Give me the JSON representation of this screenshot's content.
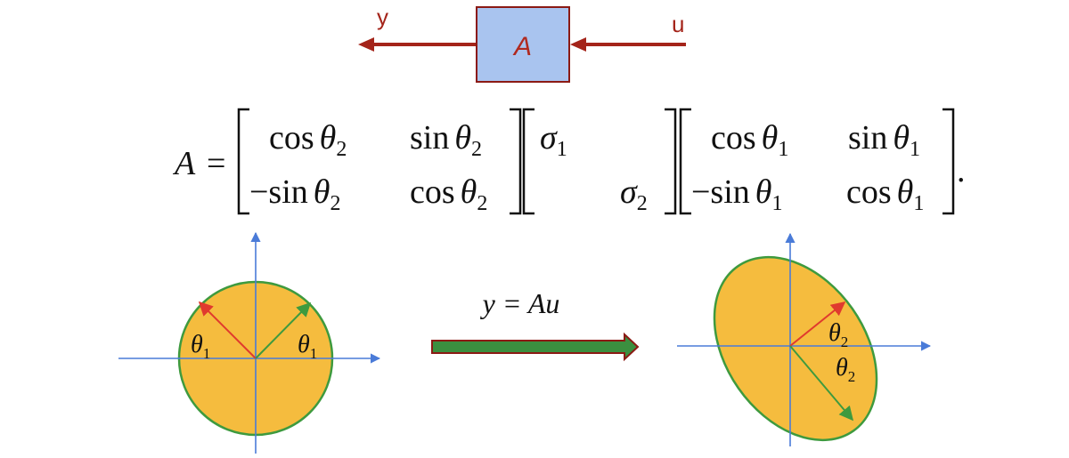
{
  "block": {
    "label": "A",
    "output_label": "y",
    "input_label": "u",
    "fill": "#a9c4ef",
    "border": "#8b1a14",
    "arrow_color": "#a4241a"
  },
  "equation": {
    "lhs": "A",
    "equals": "=",
    "m1": {
      "r1c1_fn": "cos",
      "r1c1_var": "θ",
      "r1c1_sub": "2",
      "r1c2_fn": "sin",
      "r1c2_var": "θ",
      "r1c2_sub": "2",
      "r2c1_fn": "−sin",
      "r2c1_var": "θ",
      "r2c1_sub": "2",
      "r2c2_fn": "cos",
      "r2c2_var": "θ",
      "r2c2_sub": "2"
    },
    "m2": {
      "s1_var": "σ",
      "s1_sub": "1",
      "s2_var": "σ",
      "s2_sub": "2"
    },
    "m3": {
      "r1c1_fn": "cos",
      "r1c1_var": "θ",
      "r1c1_sub": "1",
      "r1c2_fn": "sin",
      "r1c2_var": "θ",
      "r1c2_sub": "1",
      "r2c1_fn": "−sin",
      "r2c1_var": "θ",
      "r2c1_sub": "1",
      "r2c2_fn": "cos",
      "r2c2_var": "θ",
      "r2c2_sub": "1"
    },
    "period": "."
  },
  "left_plot": {
    "theta_left": "θ",
    "theta_left_sub": "1",
    "theta_right": "θ",
    "theta_right_sub": "1"
  },
  "transform": {
    "label": "y = Au",
    "arrow_fill": "#3b8f3f",
    "arrow_border": "#8b1a14"
  },
  "right_plot": {
    "theta_upper": "θ",
    "theta_upper_sub": "2",
    "theta_lower": "θ",
    "theta_lower_sub": "2"
  },
  "colors": {
    "disk_fill": "#f5bc3e",
    "disk_border": "#3e9a3e",
    "axis": "#4a7bd8",
    "red_vector": "#e03a2e",
    "green_vector": "#3e9a3e"
  }
}
